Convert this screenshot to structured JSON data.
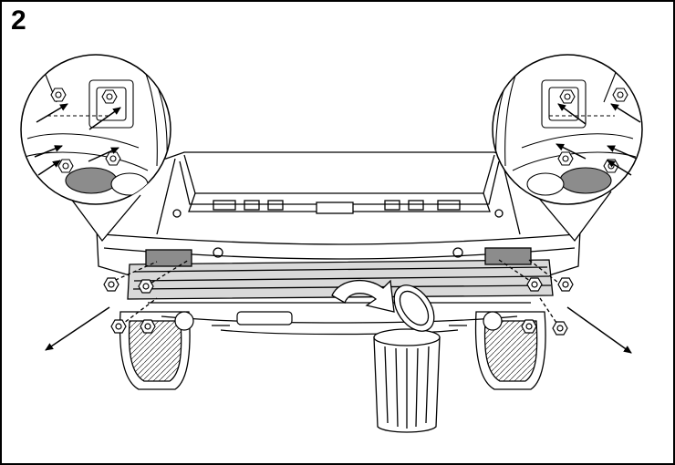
{
  "step": {
    "number": "2"
  },
  "figure": {
    "line_color": "#000000",
    "fill_color": "#ffffff",
    "shade_color": "#d9d9d9",
    "dark_shade_color": "#8c8c8c",
    "elements": [
      "vehicle-rear-view",
      "rear-bumper-reinforcement-beam",
      "detail-circle-left",
      "detail-circle-right",
      "mounting-bolt-icons",
      "direction-arrows",
      "discard-arrow",
      "trash-bin-icon"
    ]
  }
}
